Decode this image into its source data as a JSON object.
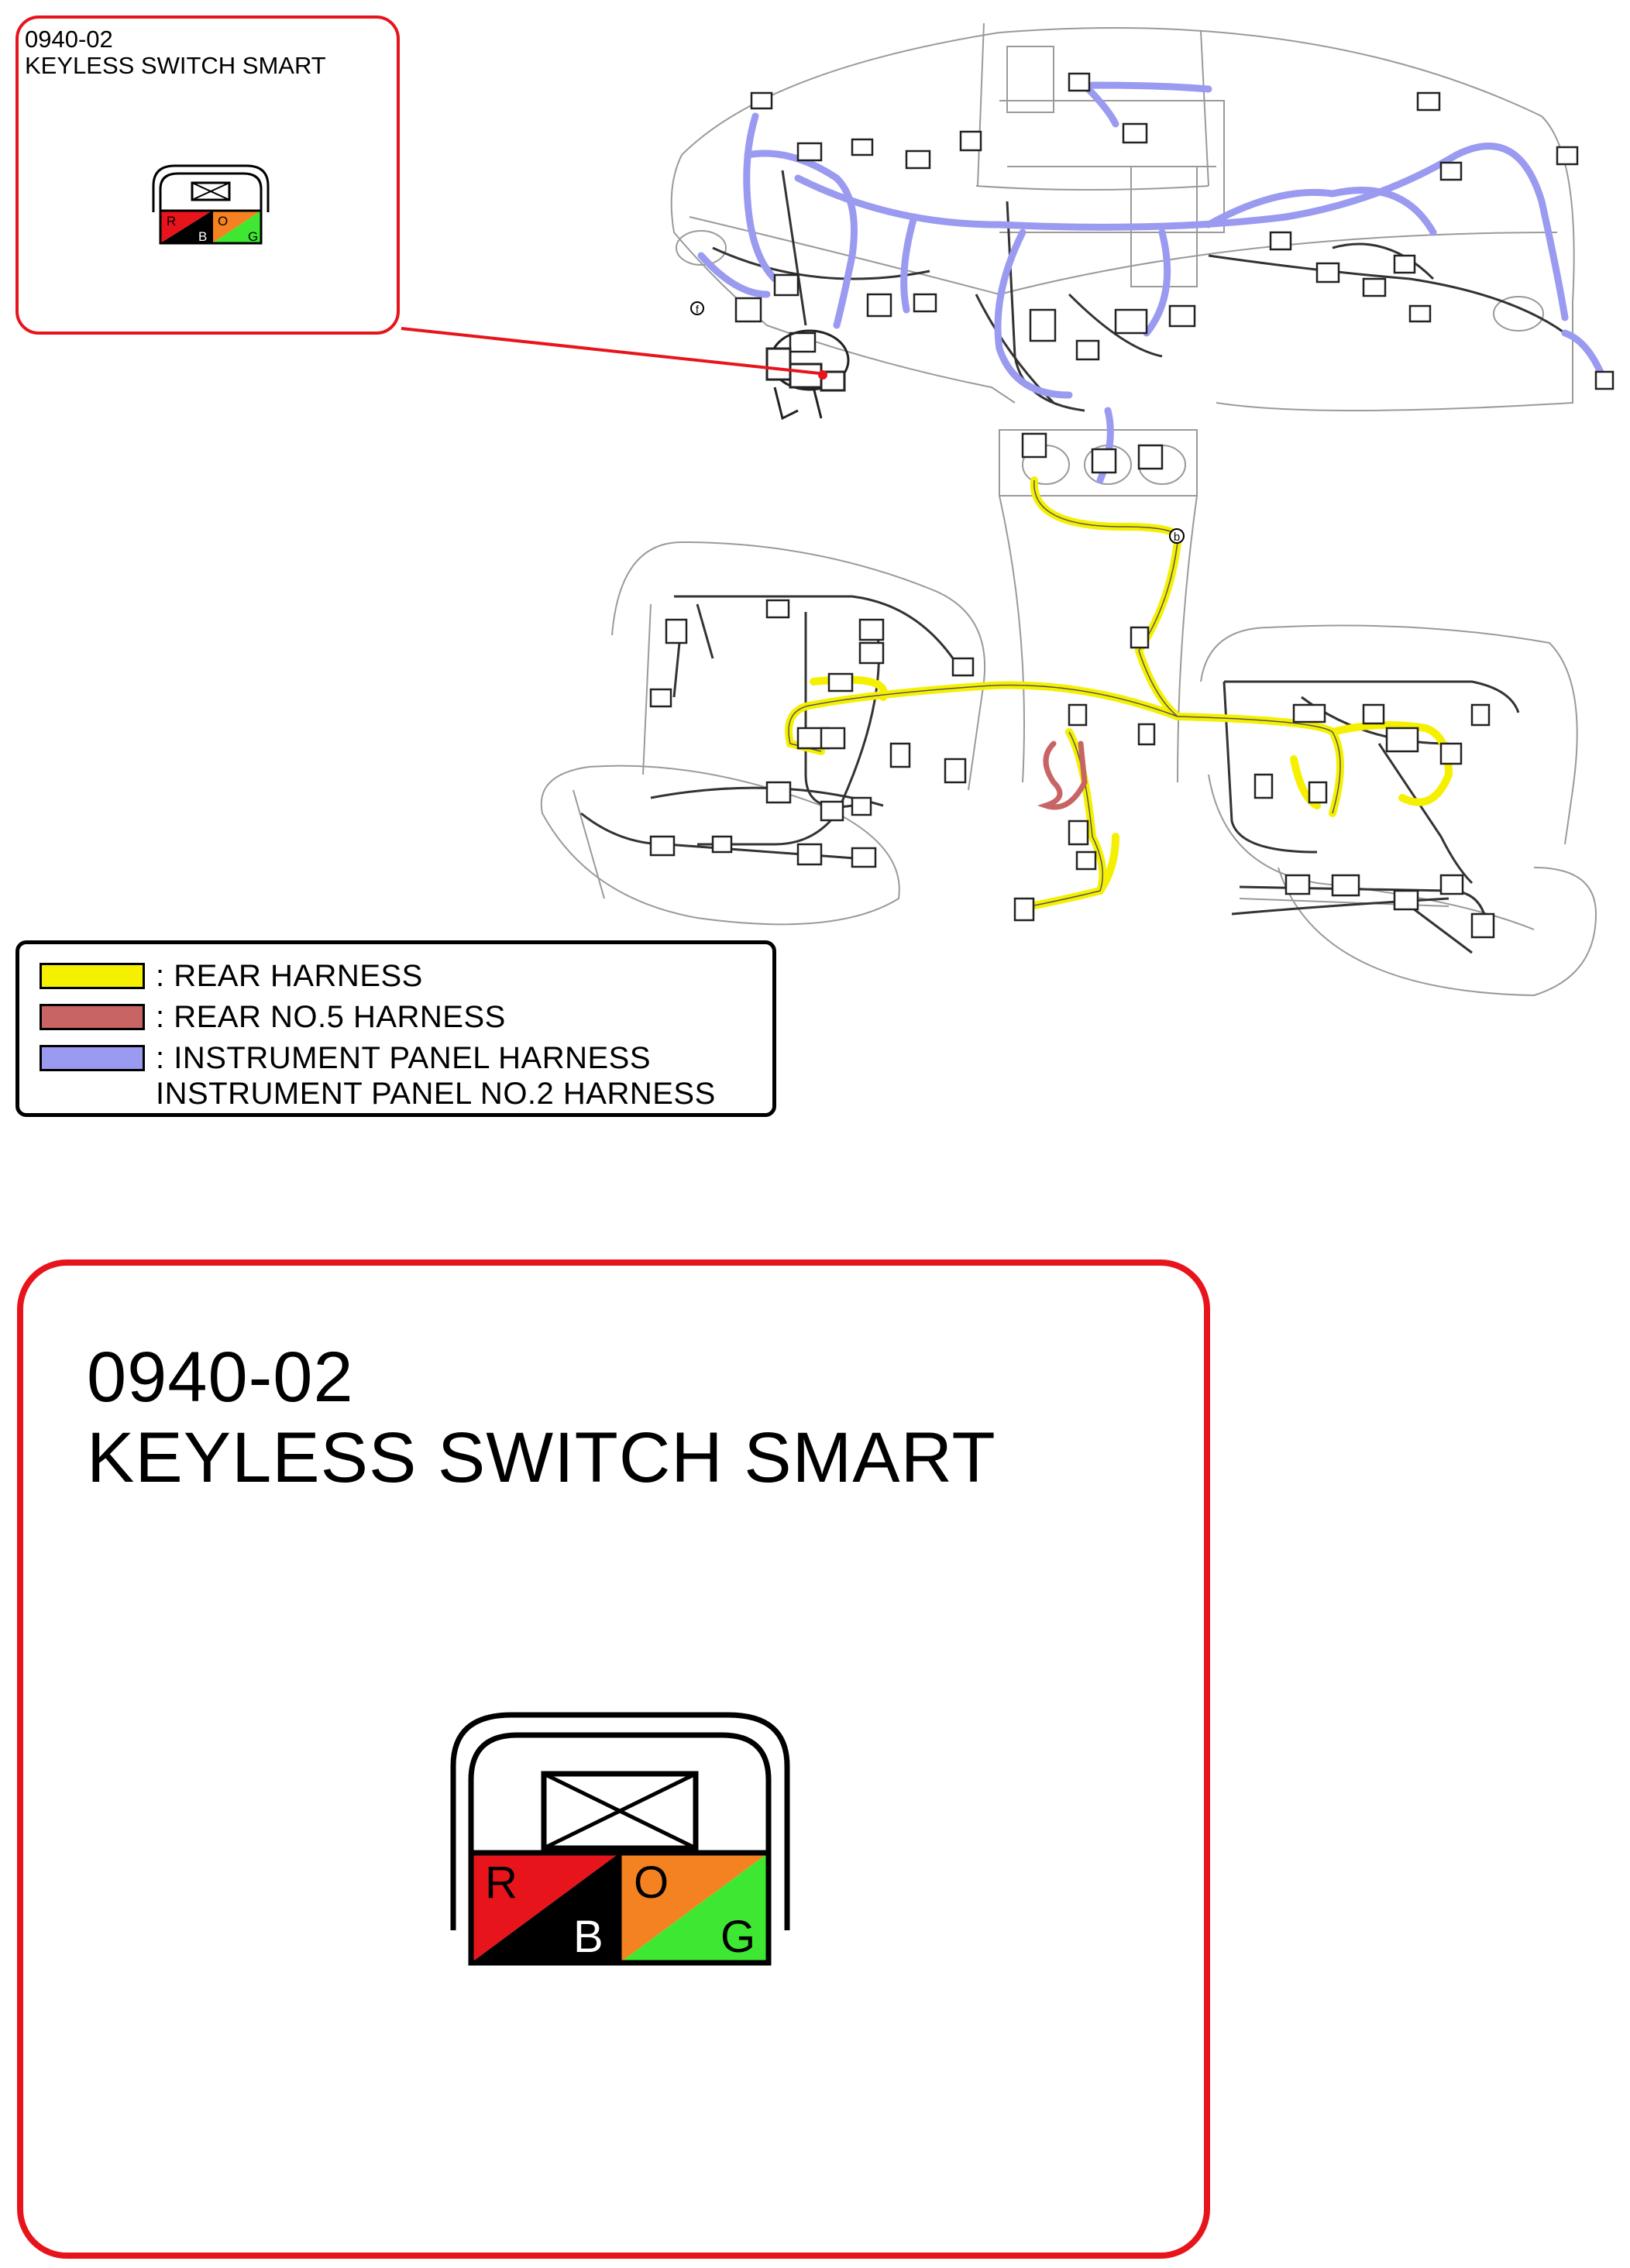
{
  "connector": {
    "code": "0940-02",
    "name": "KEYLESS SWITCH SMART",
    "pins": [
      {
        "letter": "R",
        "color": "#e8141c"
      },
      {
        "letter": "B",
        "color": "#000000"
      },
      {
        "letter": "O",
        "color": "#f58220"
      },
      {
        "letter": "G",
        "color": "#3ee832"
      }
    ]
  },
  "legend": {
    "items": [
      {
        "label": ": REAR HARNESS",
        "color": "#f5f000"
      },
      {
        "label": ": REAR NO.5 HARNESS",
        "color": "#c86464"
      },
      {
        "label": ": INSTRUMENT PANEL HARNESS",
        "color": "#9a9af0"
      },
      {
        "label": "INSTRUMENT PANEL NO.2 HARNESS",
        "color": "#9a9af0"
      }
    ]
  },
  "diagram_markers": {
    "marker_f": "f",
    "marker_b": "b"
  },
  "colors": {
    "callout_border": "#e8141c",
    "rear_harness": "#f5f000",
    "rear_no5_harness": "#c86464",
    "instrument_panel_harness": "#9a9af0"
  }
}
